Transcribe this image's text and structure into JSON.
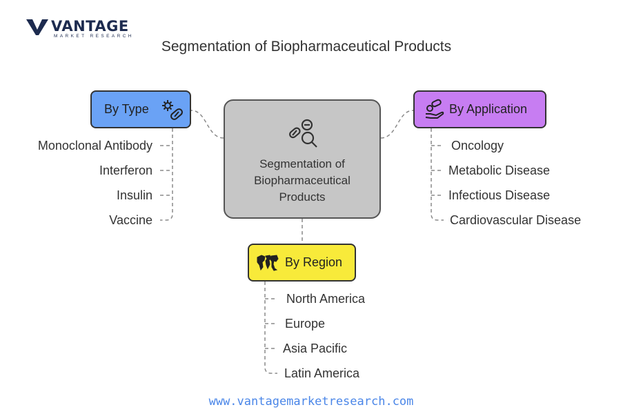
{
  "logo": {
    "word": "VANTAGE",
    "sub": "MARKET RESEARCH"
  },
  "title": "Segmentation of Biopharmaceutical Products",
  "center": {
    "label": "Segmentation of Biopharmaceutical Products"
  },
  "by_type": {
    "label": "By Type",
    "color": "#6aa2f5",
    "items": [
      "Monoclonal Antibody",
      "Interferon",
      "Insulin",
      "Vaccine"
    ]
  },
  "by_application": {
    "label": "By Application",
    "color": "#c77df2",
    "items": [
      "Oncology",
      "Metabolic Disease",
      "Infectious Disease",
      "Cardiovascular Disease"
    ]
  },
  "by_region": {
    "label": "By Region",
    "color": "#f8ea3a",
    "items": [
      "North America",
      "Europe",
      "Asia Pacific",
      "Latin America"
    ]
  },
  "footer": "www.vantagemarketresearch.com"
}
